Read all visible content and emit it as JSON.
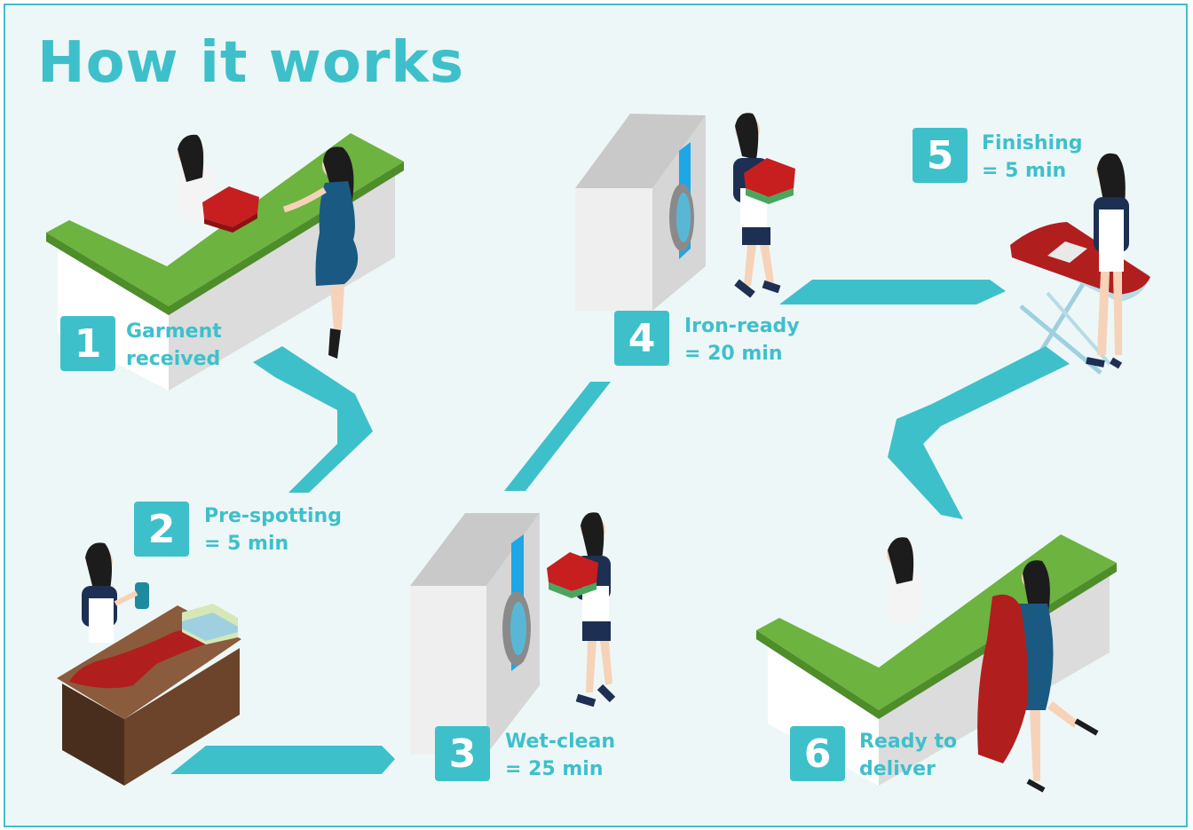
{
  "title": "How it works",
  "colors": {
    "accent": "#3ec0cb",
    "background": "#eef7f7",
    "counter_top": "#6db33f",
    "garment": "#b11e1e",
    "table": "#5a3a25"
  },
  "steps": [
    {
      "number": "1",
      "line1": "Garment",
      "line2": "received",
      "icon": "reception-counter-icon"
    },
    {
      "number": "2",
      "line1": "Pre-spotting",
      "line2": "= 5 min",
      "icon": "spotting-table-icon"
    },
    {
      "number": "3",
      "line1": "Wet-clean",
      "line2": "= 25 min",
      "icon": "washing-machine-icon"
    },
    {
      "number": "4",
      "line1": "Iron-ready",
      "line2": "= 20 min",
      "icon": "washing-machine-icon"
    },
    {
      "number": "5",
      "line1": "Finishing",
      "line2": "= 5 min",
      "icon": "ironing-board-icon"
    },
    {
      "number": "6",
      "line1": "Ready to",
      "line2": "deliver",
      "icon": "delivery-counter-icon"
    }
  ]
}
